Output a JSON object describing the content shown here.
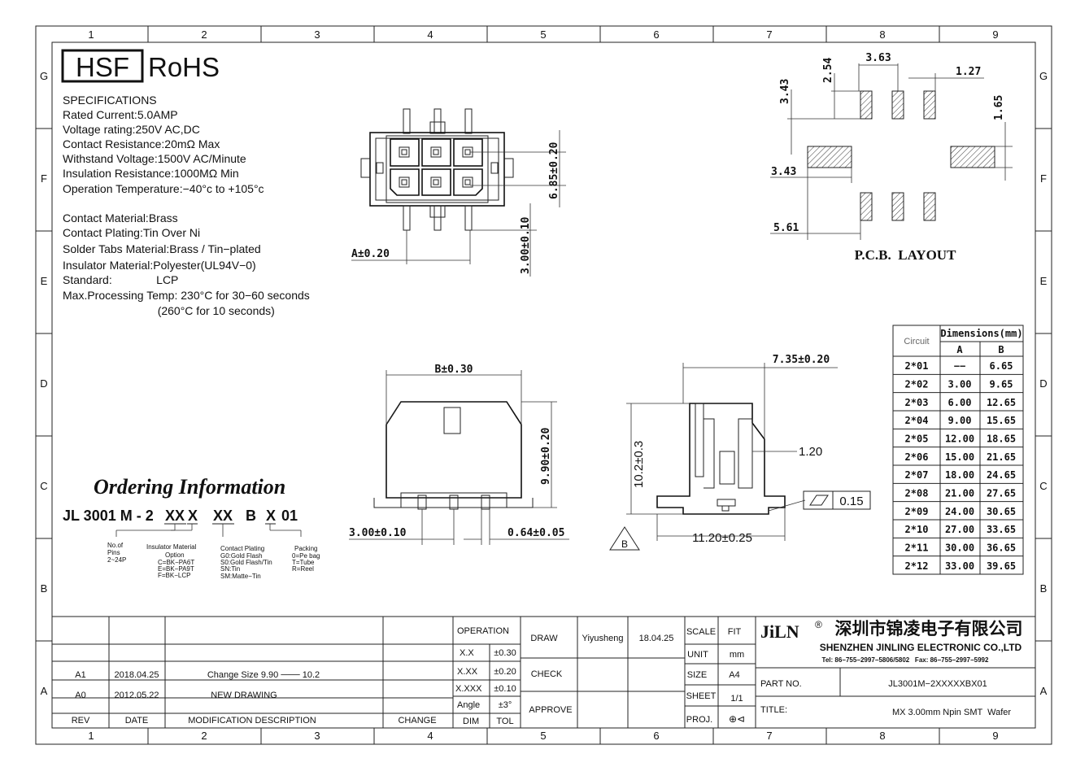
{
  "logos": {
    "hsf": "HSF",
    "rohs": "RoHS"
  },
  "specs_title": "SPECIFICATIONS",
  "specs": [
    "Rated Current:5.0AMP",
    "Voltage rating:250V AC,DC",
    "Contact Resistance:20mΩ Max",
    "Withstand Voltage:1500V AC/Minute",
    "Insulation Resistance:1000MΩ Min",
    "Operation Temperature:−40°c to +105°c"
  ],
  "materials": [
    "Contact Material:Brass",
    "Contact Plating:Tin Over Ni",
    "Solder Tabs Material:Brass / Tin−plated",
    "Insulator Material:Polyester(UL94V−0)",
    "Standard:              LCP",
    "Max.Processing Temp: 230°C for 30−60 seconds",
    "                              (260°C for 10 seconds)"
  ],
  "grid": {
    "cols": [
      "1",
      "2",
      "3",
      "4",
      "5",
      "6",
      "7",
      "8",
      "9"
    ],
    "rows": [
      "G",
      "F",
      "E",
      "D",
      "C",
      "B",
      "A"
    ]
  },
  "dims": {
    "front_a": "A±0.20",
    "front_h": "6.85±0.20",
    "front_pin": "3.00±0.10",
    "side_b": "B±0.30",
    "side_h": "9.90±0.20",
    "side_pitch": "3.00±0.10",
    "side_pin": "0.64±0.05",
    "prof_w": "7.35±0.20",
    "prof_h": "10.2±0.3",
    "prof_t": "1.20",
    "prof_base": "11.20±0.25",
    "flatness": "0.15",
    "datum": "B"
  },
  "pcb": {
    "title": "P.C.B.  LAYOUT",
    "d_363": "3.63",
    "d_254": "2.54",
    "d_127": "1.27",
    "d_343a": "3.43",
    "d_165": "1.65",
    "d_343b": "3.43",
    "d_561": "5.61"
  },
  "dim_table": {
    "circuit_header": "Circuit",
    "dims_header": "Dimensions(mm)",
    "col_a": "A",
    "col_b": "B",
    "rows": [
      [
        "2*01",
        "−−",
        "6.65"
      ],
      [
        "2*02",
        "3.00",
        "9.65"
      ],
      [
        "2*03",
        "6.00",
        "12.65"
      ],
      [
        "2*04",
        "9.00",
        "15.65"
      ],
      [
        "2*05",
        "12.00",
        "18.65"
      ],
      [
        "2*06",
        "15.00",
        "21.65"
      ],
      [
        "2*07",
        "18.00",
        "24.65"
      ],
      [
        "2*08",
        "21.00",
        "27.65"
      ],
      [
        "2*09",
        "24.00",
        "30.65"
      ],
      [
        "2*10",
        "27.00",
        "33.65"
      ],
      [
        "2*11",
        "30.00",
        "36.65"
      ],
      [
        "2*12",
        "33.00",
        "39.65"
      ]
    ]
  },
  "ordering": {
    "title": "Ordering Information",
    "code_prefix": "JL 3001 M - 2",
    "seg_xx1": "XX",
    "seg_x1": "X",
    "seg_xx2": "XX",
    "seg_b": "B",
    "seg_x2": "X",
    "seg_01": "01",
    "pins_lines": [
      "No.of",
      "Pins",
      "2~24P"
    ],
    "insulator_lines": [
      "Insulator Material",
      "Option",
      "C=BK−PA6T",
      "E=BK−PA9T",
      "F=BK−LCP"
    ],
    "plating_lines": [
      "Contact Plating",
      "G0:Gold Flash",
      "S0:Gold Flash/Tin",
      "SN:Tin",
      "SM:Matte−Tin"
    ],
    "packing_lines": [
      "Packing",
      "0=Pe bag",
      "T=Tube",
      "R=Reel"
    ]
  },
  "title_block": {
    "revisions": [
      {
        "rev": "A1",
        "date": "2018.04.25",
        "desc": "Change Size 9.90 ─── 10.2"
      },
      {
        "rev": "A0",
        "date": "2012.05.22",
        "desc": "NEW DRAWING"
      }
    ],
    "h_rev": "REV",
    "h_date": "DATE",
    "h_desc": "MODIFICATION DESCRIPTION",
    "h_change": "CHANGE",
    "operation": "OPERATION",
    "tol_rows": [
      [
        "X.X",
        "±0.30"
      ],
      [
        "X.XX",
        "±0.20"
      ],
      [
        "X.XXX",
        "±0.10"
      ],
      [
        "Angle",
        "±3°"
      ]
    ],
    "h_dim": "DIM",
    "h_tol": "TOL",
    "draw": "DRAW",
    "drawer": "Yiyusheng",
    "draw_date": "18.04.25",
    "check": "CHECK",
    "approve": "APPROVE",
    "scale": "SCALE",
    "scale_v": "FIT",
    "unit": "UNIT",
    "unit_v": "mm",
    "size": "SIZE",
    "size_v": "A4",
    "sheet": "SHEET",
    "sheet_v": "1/1",
    "proj": "PROJ.",
    "proj_sym": "⊕⊲",
    "company_logo": "JiLN",
    "company_reg": "®",
    "company_cn": "深圳市锦凌电子有限公司",
    "company_en": "SHENZHEN JINLING ELECTRONIC CO.,LTD",
    "contact": "Tel: 86−755−2997−5806/5802   Fax: 86−755−2997−5992",
    "part_no_label": "PART NO.",
    "part_no": "JL3001M−2XXXXXBX01",
    "title_label": "TITLE:",
    "title": "MX 3.00mm Npin SMT  Wafer"
  }
}
